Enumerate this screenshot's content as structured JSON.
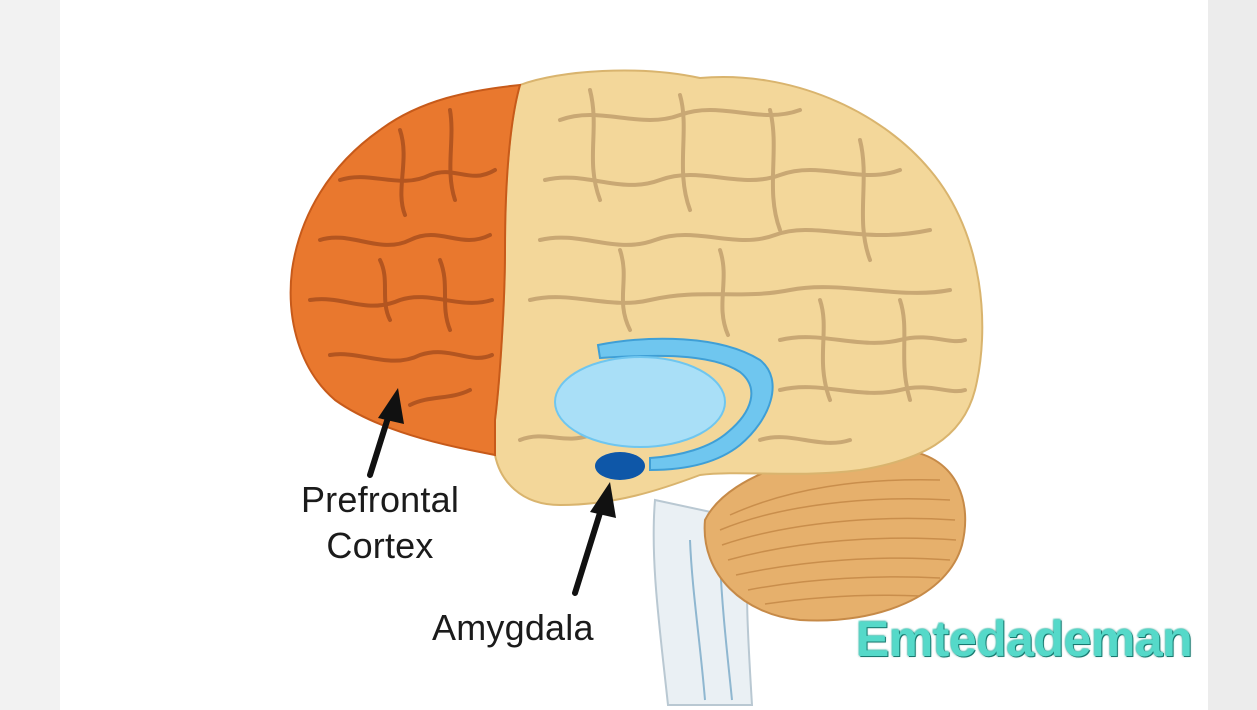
{
  "labels": {
    "prefrontal_line1": "Prefrontal",
    "prefrontal_line2": "Cortex",
    "amygdala": "Amygdala"
  },
  "watermark": "Emtedademan",
  "colors": {
    "prefrontal_cortex": "#e9782e",
    "cerebrum": "#f3d79a",
    "hippocampus": "#6fc6ef",
    "amygdala": "#0e57a8",
    "cerebellum": "#e6b06c",
    "brainstem": "#ecf1f4",
    "watermark": "#55d9c9"
  }
}
